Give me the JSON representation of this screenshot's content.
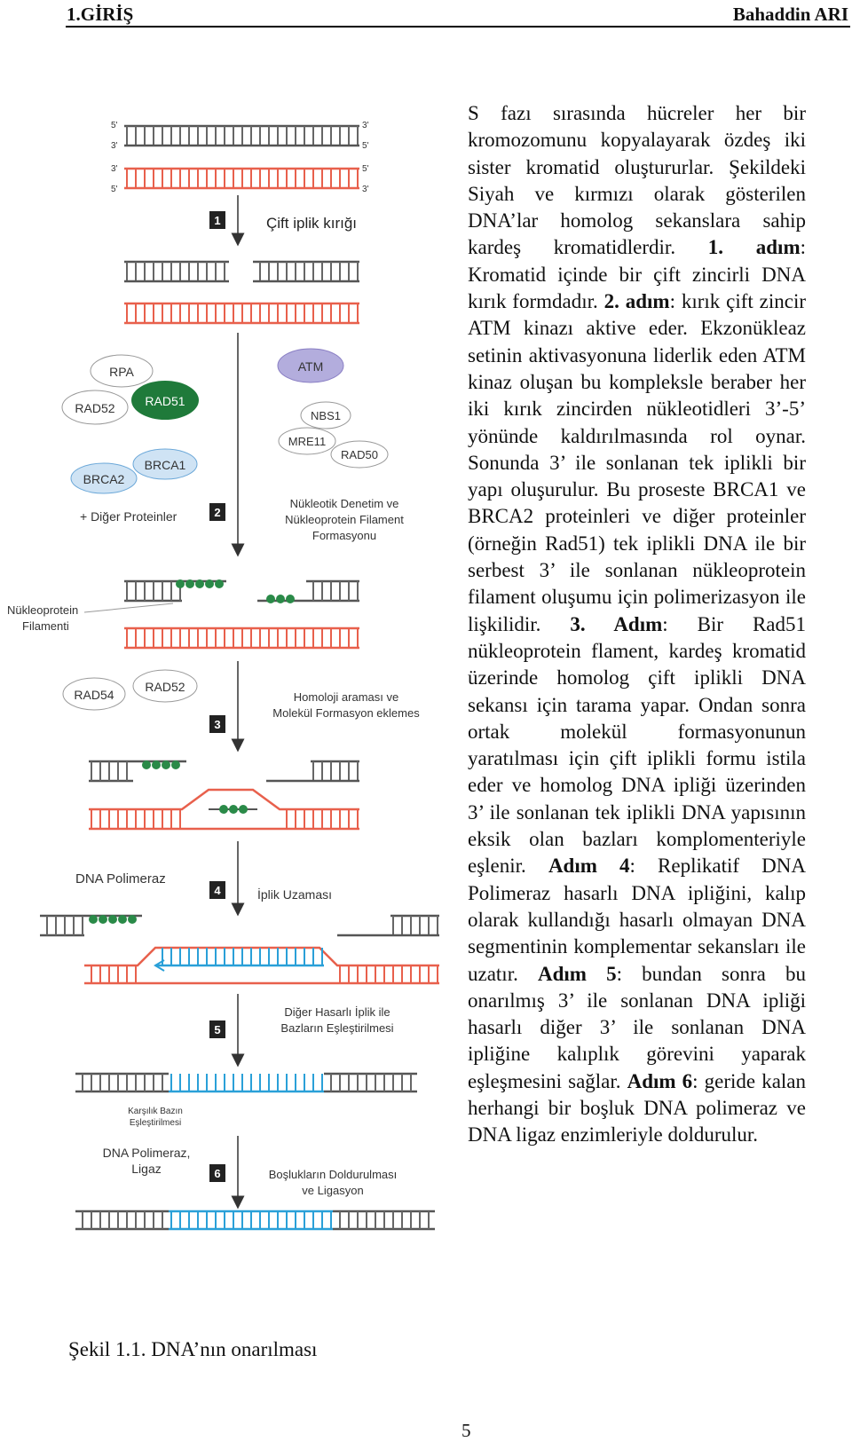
{
  "header": {
    "section": "1.GİRİŞ",
    "author": "Bahaddin ARI"
  },
  "paragraph": [
    {
      "t": "S fazı sırasında hücreler her bir kromozomunu kopyalayarak özdeş iki sister kromatid oluştururlar. Şekildeki Siyah ve kırmızı olarak gösterilen DNA’lar homolog sekanslara sahip kardeş kromatidlerdir. "
    },
    {
      "t": "1. adım",
      "b": true
    },
    {
      "t": ": Kromatid içinde bir çift zincirli DNA kırık formdadır. "
    },
    {
      "t": "2. adım",
      "b": true
    },
    {
      "t": ": kırık çift zincir ATM kinazı aktive eder. Ekzonükleaz setinin aktivasyonuna liderlik eden ATM kinaz oluşan bu kompleksle beraber her iki kırık zincirden nükleotidleri 3’-5’ yönünde kaldırılmasında rol oynar. Sonunda 3’ ile sonlanan tek iplikli bir yapı oluşurulur. Bu proseste BRCA1 ve BRCA2 proteinleri ve diğer proteinler (örneğin Rad51) tek iplikli DNA ile bir serbest 3’ ile sonlanan nükleoprotein filament oluşumu için polimerizasyon ile lişkilidir. "
    },
    {
      "t": "3. Adım",
      "b": true
    },
    {
      "t": ": Bir Rad51 nükleoprotein flament, kardeş kromatid üzerinde homolog çift iplikli DNA sekansı için tarama yapar. Ondan sonra ortak molekül formasyonunun yaratılması için çift iplikli formu istila eder ve homolog DNA ipliği üzerinden 3’ ile sonlanan tek iplikli DNA yapısının eksik olan bazları komplomenteriyle eşlenir. "
    },
    {
      "t": "Adım 4",
      "b": true
    },
    {
      "t": ": Replikatif DNA Polimeraz hasarlı DNA ipliğini, kalıp olarak kullandığı hasarlı olmayan DNA segmentinin komplementar sekansları ile uzatır. "
    },
    {
      "t": "Adım 5",
      "b": true
    },
    {
      "t": ": bundan sonra bu onarılmış 3’ ile sonlanan DNA ipliği hasarlı diğer 3’ ile sonlanan DNA ipliğine kalıplık görevini yaparak eşleşmesini sağlar. "
    },
    {
      "t": "Adım 6",
      "b": true
    },
    {
      "t": ": geride kalan herhangi bir boşluk DNA polimeraz ve DNA ligaz enzimleriyle doldurulur."
    }
  ],
  "caption": "Şekil 1.1. DNA’nın onarılması",
  "page_number": "5",
  "figure": {
    "steps": [
      "1",
      "2",
      "3",
      "4",
      "5",
      "6"
    ],
    "step_labels": {
      "s1": "Çift iplik kırığı",
      "s2a": "Nükleotik Denetim ve",
      "s2b": "Nükleoprotein Filament",
      "s2c": "Formasyonu",
      "s3a": "Homoloji araması ve",
      "s3b": "Molekül Formasyon eklemes",
      "s4": "İplik Uzaması",
      "s5a": "Diğer Hasarlı İplik ile",
      "s5b": "Bazların Eşleştirilmesi",
      "s6a": "Boşlukların Doldurulması",
      "s6b": "ve Ligasyon"
    },
    "proteins": {
      "rpa": "RPA",
      "rad52": "RAD52",
      "rad51": "RAD51",
      "brca1": "BRCA1",
      "brca2": "BRCA2",
      "atm": "ATM",
      "nbs1": "NBS1",
      "mre11": "MRE11",
      "rad50": "RAD50",
      "rad54": "RAD54",
      "others": "+ Diğer Proteinler",
      "dna_pol": "DNA Polimeraz",
      "dna_pol_ligaz_a": "DNA Polimeraz,",
      "dna_pol_ligaz_b": "Ligaz"
    },
    "side_labels": {
      "filament_a": "Nükleoprotein",
      "filament_b": "Filamenti",
      "karsilik_a": "Karşılık Bazın",
      "karsilik_b": "Eşleştirilmesi"
    },
    "end5": "5'",
    "end3": "3'",
    "colors": {
      "black_dna": "#555555",
      "red_dna": "#e8604c",
      "blue_dna": "#2aa0d8",
      "rad51_green": "#1f7a3a",
      "protein_blue": "#6aa7d8",
      "atm_purple": "#8a7fc4"
    }
  }
}
